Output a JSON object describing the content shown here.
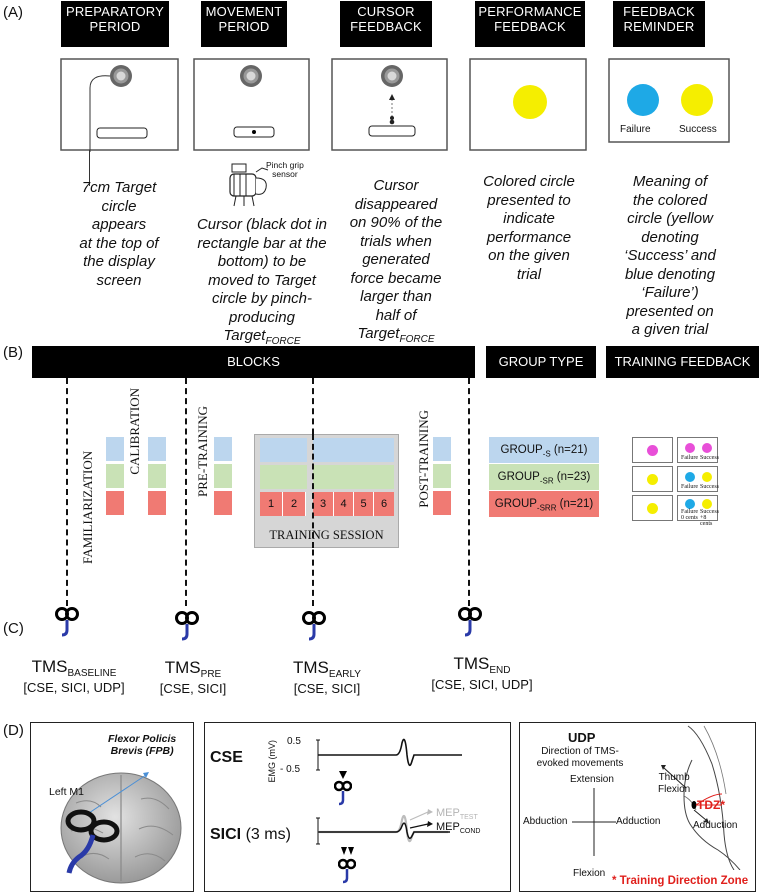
{
  "panel_a": {
    "letter": "(A)",
    "phases": [
      {
        "header_line1": "PREPARATORY",
        "header_line2": "PERIOD"
      },
      {
        "header_line1": "MOVEMENT",
        "header_line2": "PERIOD"
      },
      {
        "header_line1": "CURSOR",
        "header_line2": "FEEDBACK"
      },
      {
        "header_line1": "PERFORMANCE",
        "header_line2": "FEEDBACK"
      },
      {
        "header_line1": "FEEDBACK",
        "header_line2": "REMINDER"
      }
    ],
    "pinch_label_1": "Pinch grip",
    "pinch_label_2": "sensor",
    "failure_label": "Failure",
    "success_label": "Success",
    "desc1": [
      "7cm Target",
      "circle appears",
      "at the top of",
      "the display",
      "screen"
    ],
    "desc2": [
      "Cursor (black dot in",
      "rectangle bar at the",
      "bottom) to be",
      "moved to Target",
      "circle by pinch-",
      "producing"
    ],
    "desc2_target": "Target",
    "desc2_sub": "FORCE",
    "desc3": [
      "Cursor",
      "disappeared",
      "on 90% of the",
      "trials when",
      "generated",
      "force became",
      "larger than",
      "half of"
    ],
    "desc3_target": "Target",
    "desc3_sub": "FORCE",
    "desc4": [
      "Colored circle",
      "presented to",
      "indicate",
      "performance",
      "on the given",
      "trial"
    ],
    "desc5": [
      "Meaning of",
      "the colored",
      "circle (yellow",
      "denoting",
      "‘Success’ and",
      "blue denoting",
      "‘Failure’)",
      "presented on",
      "a given trial"
    ],
    "colors": {
      "yellow": "#f5ee00",
      "blue": "#1ea9e6",
      "magenta": "#e84fd8"
    }
  },
  "panel_b": {
    "letter": "(B)",
    "blocks_header": "BLOCKS",
    "group_header": "GROUP TYPE",
    "feedback_header": "TRAINING FEEDBACK",
    "familiarization": "FAMILIARIZATION",
    "calibration": "CALIBRATION",
    "pre_training": "PRE-TRAINING",
    "post_training": "POST-TRAINING",
    "training_session": "TRAINING SESSION",
    "block_numbers": [
      "1",
      "2",
      "3",
      "4",
      "5",
      "6"
    ],
    "groups": [
      {
        "prefix": "GROUP",
        "sub": "-S",
        "n": " (n=21)"
      },
      {
        "prefix": "GROUP",
        "sub": "-SR",
        "n": " (n=23)"
      },
      {
        "prefix": "GROUP",
        "sub": "-SRR",
        "n": " (n=21)"
      }
    ],
    "fb_failure": "Failure",
    "fb_success": "Success",
    "fb_cents_0": "0 cents",
    "fb_cents_8": "+8 cents"
  },
  "panel_c": {
    "letter": "(C)",
    "tms": [
      {
        "base": "TMS",
        "sub": "BASELINE",
        "measures": "[CSE, SICI, UDP]"
      },
      {
        "base": "TMS",
        "sub": "PRE",
        "measures": "[CSE, SICI]"
      },
      {
        "base": "TMS",
        "sub": "EARLY",
        "measures": "[CSE, SICI]"
      },
      {
        "base": "TMS",
        "sub": "END",
        "measures": "[CSE, SICI, UDP]"
      }
    ]
  },
  "panel_d": {
    "letter": "(D)",
    "fpb_line1": "Flexor Policis",
    "fpb_line2": "Brevis (FPB)",
    "left_m1": "Left M1",
    "cse": "CSE",
    "sici": "SICI",
    "sici_ms": " (3 ms)",
    "emg_axis": "EMG (mV)",
    "emg_top": "0.5",
    "emg_bottom": "- 0.5",
    "mep_test": "MEP",
    "mep_test_sub": "TEST",
    "mep_cond": "MEP",
    "mep_cond_sub": "COND",
    "udp_title": "UDP",
    "udp_desc1": "Direction of TMS-",
    "udp_desc2": "evoked movements",
    "extension": "Extension",
    "flexion": "Flexion",
    "abduction": "Abduction",
    "adduction": "Adduction",
    "thumb1": "Thumb",
    "thumb2": "Flexion",
    "adduction2": "Adduction",
    "tdz": "TDZ*",
    "tdz_legend": "* Training Direction Zone",
    "colors": {
      "red": "#e0201c"
    }
  }
}
